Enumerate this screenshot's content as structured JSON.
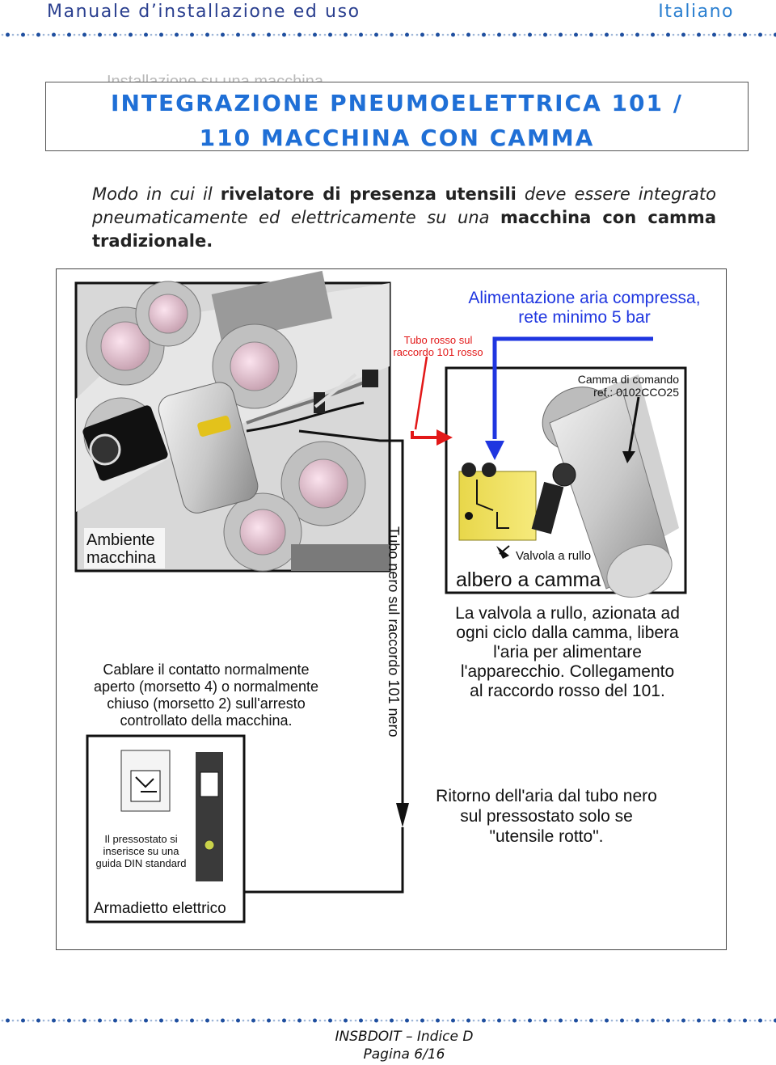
{
  "header": {
    "left_title": "Manuale d’installazione ed uso",
    "right_title": "Italiano"
  },
  "ghost_heading": "Installazione su una macchina",
  "title": {
    "line1": "INTEGRAZIONE PNEUMOELETTRICA 101 /",
    "line2": "110 MACCHINA CON CAMMA"
  },
  "intro": {
    "p1": "Modo in cui il ",
    "b1": "rivelatore di presenza utensili",
    "p2": " deve essere integrato pneumaticamente ed elettricamente su una ",
    "b2": "macchina con camma tradizionale",
    "p3": "."
  },
  "figure": {
    "air_supply": [
      "Alimentazione aria compressa,",
      "rete minimo 5 bar"
    ],
    "red_tube": [
      "Tubo rosso sul",
      "raccordo 101 rosso"
    ],
    "cam_ref": [
      "Camma di comando",
      "ref.: 0102CCO25"
    ],
    "machine_env": [
      "Ambiente",
      "macchina"
    ],
    "black_tube": "Tubo nero sul raccordo 101 nero",
    "roller_valve": "Valvola a rullo",
    "camshaft": "albero a camma",
    "valve_desc": [
      "La valvola a rullo, azionata ad",
      "ogni ciclo dalla camma, libera",
      "l'aria per alimentare",
      "l'apparecchio. Collegamento",
      "al raccordo rosso del 101."
    ],
    "wiring": [
      "Cablare il contatto normalmente",
      "aperto (morsetto 4) o normalmente",
      "chiuso (morsetto 2) sull'arresto",
      "controllato della macchina."
    ],
    "pressure_switch": [
      "Il pressostato si",
      "inserisce su una",
      "guida DIN standard"
    ],
    "cabinet": "Armadietto elettrico",
    "return_air": [
      "Ritorno dell'aria dal tubo nero",
      "sul pressostato solo se",
      "\"utensile rotto\"."
    ]
  },
  "footer": {
    "line1": "INSBDOIT – Indice D",
    "line2": "Pagina 6/16"
  }
}
